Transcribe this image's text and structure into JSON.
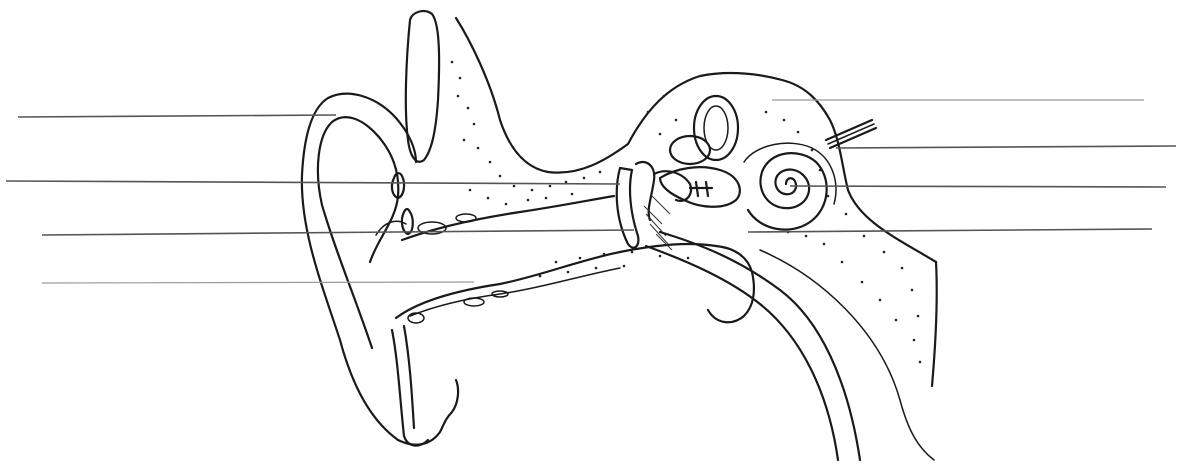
{
  "diagram": {
    "subject": "human-ear-cross-section",
    "labels": [
      {
        "id": "left-1",
        "text": ""
      },
      {
        "id": "left-2",
        "text": ""
      },
      {
        "id": "left-3",
        "text": ""
      },
      {
        "id": "left-4",
        "text": ""
      },
      {
        "id": "right-1",
        "text": ""
      },
      {
        "id": "right-2",
        "text": ""
      },
      {
        "id": "right-3",
        "text": ""
      },
      {
        "id": "right-4",
        "text": ""
      }
    ],
    "colors": {
      "ink": "#1a1a1a",
      "leader": "#555555",
      "background": "#ffffff"
    }
  }
}
